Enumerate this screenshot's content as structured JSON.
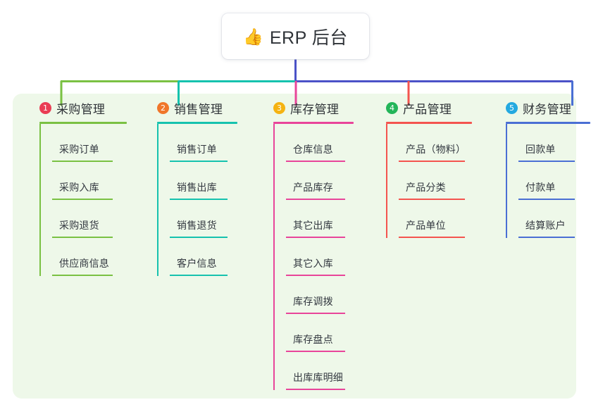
{
  "root": {
    "icon": "thumbs-up-icon",
    "icon_glyph": "👍",
    "title": "ERP 后台"
  },
  "panel": {
    "background_color": "#eef8e9"
  },
  "connector_colors": {
    "trunk": "#4b52c8",
    "segment_green": "#7ac143",
    "segment_teal": "#16c2ae",
    "segment_blue": "#4b52c8"
  },
  "columns": [
    {
      "index": "1",
      "title": "采购管理",
      "badge_color": "#ea3d54",
      "line_color": "#7ac143",
      "items": [
        {
          "label": "采购订单"
        },
        {
          "label": "采购入库"
        },
        {
          "label": "采购退货"
        },
        {
          "label": "供应商信息"
        }
      ]
    },
    {
      "index": "2",
      "title": "销售管理",
      "badge_color": "#f0762a",
      "line_color": "#16c2ae",
      "items": [
        {
          "label": "销售订单"
        },
        {
          "label": "销售出库"
        },
        {
          "label": "销售退货"
        },
        {
          "label": "客户信息"
        }
      ]
    },
    {
      "index": "3",
      "title": "库存管理",
      "badge_color": "#f5b312",
      "line_color": "#e8459a",
      "items": [
        {
          "label": "仓库信息"
        },
        {
          "label": "产品库存"
        },
        {
          "label": "其它出库"
        },
        {
          "label": "其它入库"
        },
        {
          "label": "库存调拨"
        },
        {
          "label": "库存盘点"
        },
        {
          "label": "出库库明细"
        }
      ]
    },
    {
      "index": "4",
      "title": "产品管理",
      "badge_color": "#23b559",
      "line_color": "#f4544f",
      "items": [
        {
          "label": "产品（物料）"
        },
        {
          "label": "产品分类"
        },
        {
          "label": "产品单位"
        }
      ]
    },
    {
      "index": "5",
      "title": "财务管理",
      "badge_color": "#24a9e0",
      "line_color": "#4a6fd4",
      "items": [
        {
          "label": "回款单"
        },
        {
          "label": "付款单"
        },
        {
          "label": "结算账户"
        }
      ]
    }
  ]
}
